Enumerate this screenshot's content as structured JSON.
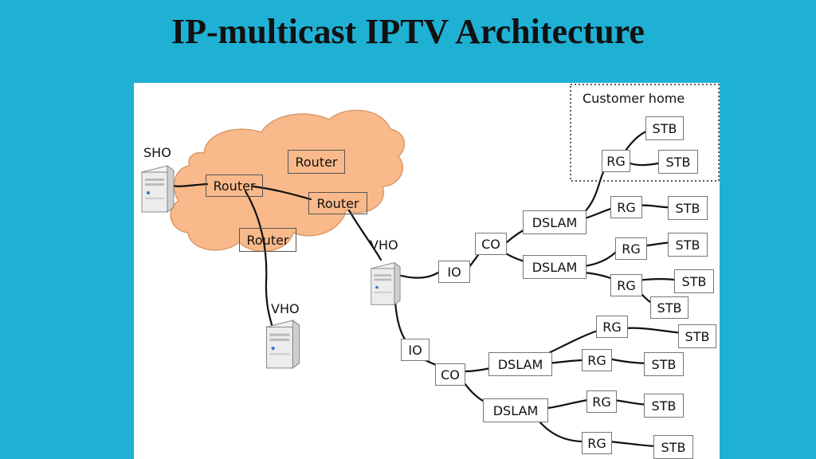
{
  "title": "IP-multicast IPTV Architecture",
  "labels": {
    "sho": "SHO",
    "vho_core": "VHO",
    "vho_main": "VHO",
    "customer_home": "Customer home"
  },
  "nodes": {
    "router_top": "Router",
    "router_left": "Router",
    "router_right": "Router",
    "router_bottom": "Router",
    "io_1": "IO",
    "io_2": "IO",
    "co_1": "CO",
    "co_2": "CO",
    "dslam_1": "DSLAM",
    "dslam_2": "DSLAM",
    "dslam_3": "DSLAM",
    "dslam_4": "DSLAM",
    "rg_home": "RG",
    "stb_home_1": "STB",
    "stb_home_2": "STB",
    "rg_1": "RG",
    "stb_1": "STB",
    "rg_2": "RG",
    "stb_2": "STB",
    "rg_3": "RG",
    "stb_3": "STB",
    "stb_4": "STB",
    "rg_4": "RG",
    "stb_5": "STB",
    "rg_5": "RG",
    "stb_6": "STB",
    "rg_6": "RG",
    "stb_7": "STB",
    "rg_7": "RG",
    "stb_8": "STB"
  },
  "colors": {
    "background": "#1fb1d4",
    "cloud": "#f9b98a",
    "cloud_stroke": "#d99a6a",
    "line": "#111111"
  }
}
